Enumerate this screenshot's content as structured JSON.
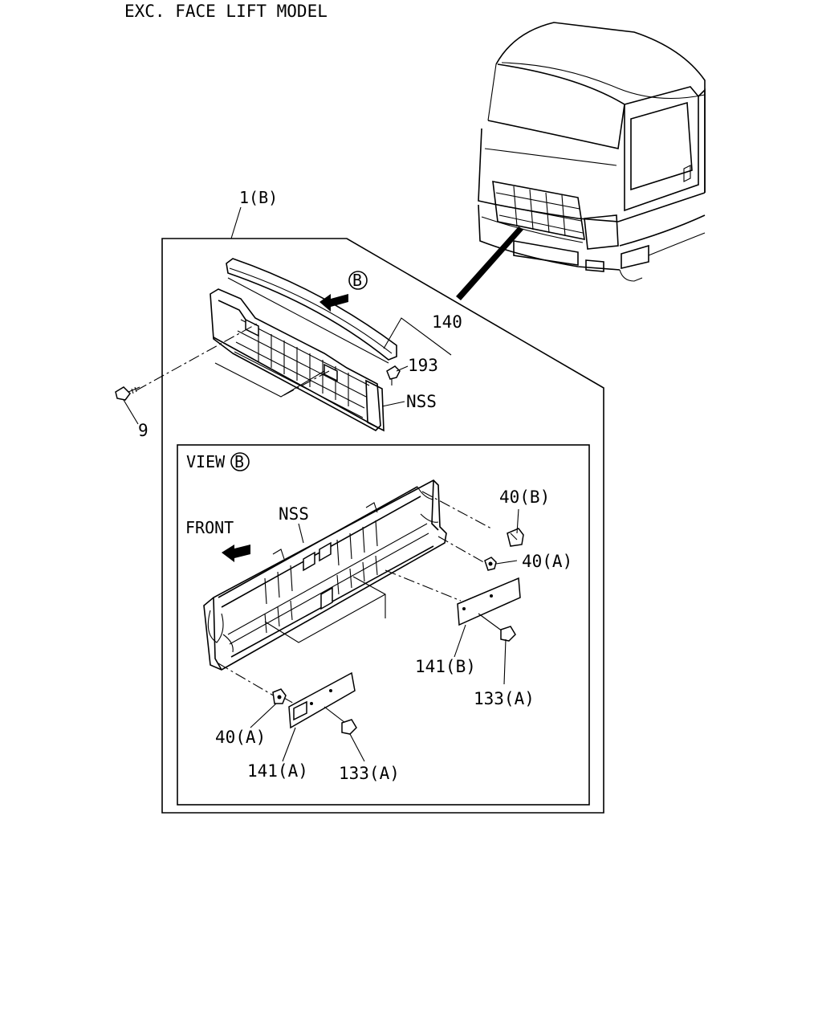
{
  "title": "EXC. FACE LIFT MODEL",
  "view_title": "VIEW",
  "view_marker": "B",
  "arrow_marker": "B",
  "front_label": "FRONT",
  "callouts": {
    "assembly": "1(B)",
    "p140": "140",
    "p193": "193",
    "nss_top": "NSS",
    "p9": "9",
    "nss_view": "NSS",
    "p40b": "40(B)",
    "p40a_right": "40(A)",
    "p40a_left": "40(A)",
    "p141b": "141(B)",
    "p133a_right": "133(A)",
    "p141a": "141(A)",
    "p133a_left": "133(A)"
  }
}
